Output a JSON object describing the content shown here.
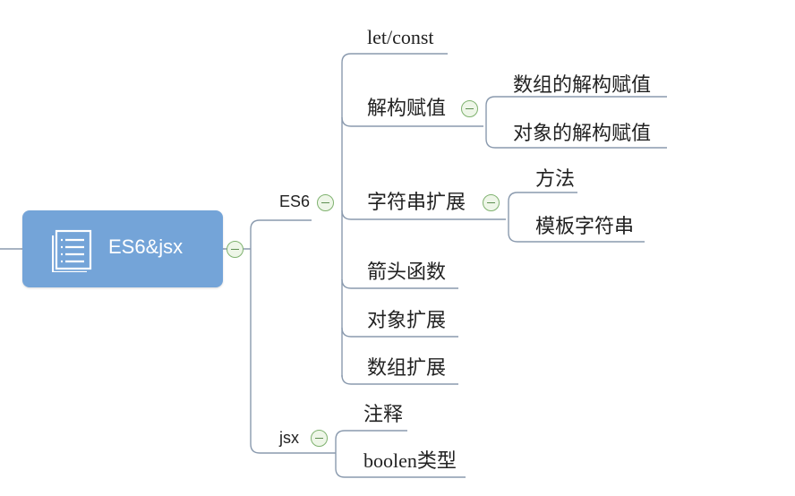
{
  "root": {
    "label": "ES6&jsx",
    "icon": "document-list-icon"
  },
  "branches": {
    "es6": {
      "label": "ES6",
      "items": {
        "let_const": "let/const",
        "destructuring": {
          "label": "解构赋值",
          "children": [
            "数组的解构赋值",
            "对象的解构赋值"
          ]
        },
        "string_ext": {
          "label": "字符串扩展",
          "children": [
            "方法",
            "模板字符串"
          ]
        },
        "arrow_fn": "箭头函数",
        "object_ext": "对象扩展",
        "array_ext": "数组扩展"
      }
    },
    "jsx": {
      "label": "jsx",
      "items": [
        "注释",
        "boolen类型"
      ]
    }
  },
  "colors": {
    "root_fill": "#74a4d8",
    "line": "#8a9aae",
    "collapse_border": "#7fb26f",
    "collapse_fill": "#eef6e8"
  }
}
